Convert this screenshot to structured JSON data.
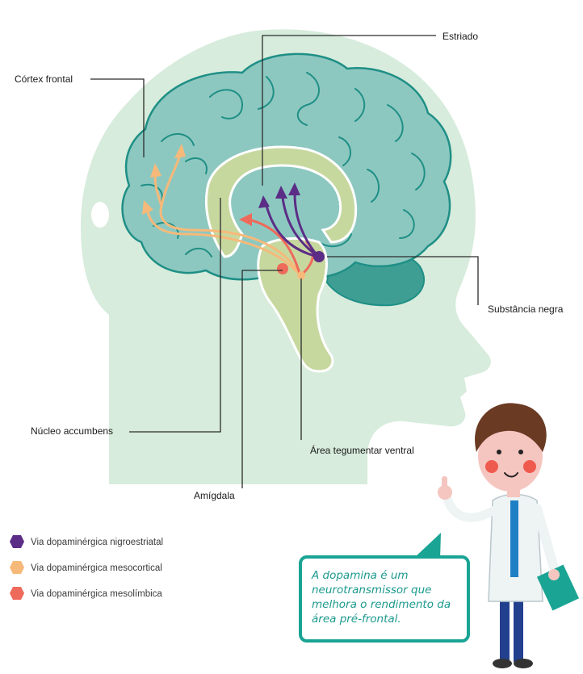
{
  "labels": {
    "estriado": "Estriado",
    "cortex_frontal": "Córtex frontal",
    "substancia_negra": "Substância negra",
    "nucleo_accumbens": "Núcleo accumbens",
    "area_tegumentar": "Área tegumentar ventral",
    "amigdala": "Amígdala"
  },
  "legend": [
    {
      "label": "Via dopaminérgica nigroestriatal",
      "color": "#5b2d86"
    },
    {
      "label": "Via dopaminérgica mesocortical",
      "color": "#f6b97a"
    },
    {
      "label": "Via dopaminérgica mesolímbica",
      "color": "#ee6a5a"
    }
  ],
  "bubble": {
    "lines": [
      "A dopamina é um",
      "neurotransmissor que",
      "melhora o rendimento da",
      "área pré-frontal."
    ]
  },
  "colors": {
    "head": "#d7ecdc",
    "brain": "#8dc8c0",
    "brain_outline": "#1f8f86",
    "brain_dark": "#3f9e94",
    "limbic": "#c7d89f",
    "bubble_border": "#1aa494",
    "nigro": "#5b2d86",
    "meso_cortical": "#f6b97a",
    "meso_limbic": "#ee6a5a"
  }
}
